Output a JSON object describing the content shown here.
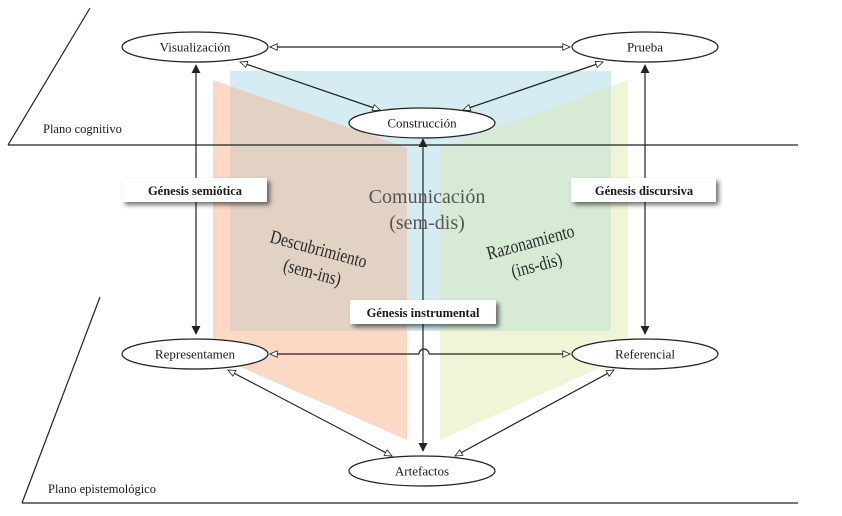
{
  "planes": {
    "cognitive": "Plano cognitivo",
    "epistemological": "Plano epistemológico"
  },
  "nodes": {
    "visualizacion": "Visualización",
    "prueba": "Prueba",
    "construccion": "Construcción",
    "representamen": "Representamen",
    "referencial": "Referencial",
    "artefactos": "Artefactos"
  },
  "genesis": {
    "semiotica": "Génesis semiótica",
    "discursiva": "Génesis discursiva",
    "instrumental": "Génesis instrumental"
  },
  "panels": {
    "descubrimiento": {
      "line1": "Descubrimiento",
      "line2": "(sem-ins)"
    },
    "comunicacion": {
      "line1": "Comunicación",
      "line2": "(sem-dis)"
    },
    "razonamiento": {
      "line1": "Razonamiento",
      "line2": "(ins-dis)"
    }
  },
  "colors": {
    "semiotic_panel": "#fbd9c4",
    "communication_panel": "#d5edf2",
    "discursive_panel": "#eff5d6",
    "overlap_sem_comm": "#e2d2c3",
    "overlap_dis_comm": "#d7ead6",
    "line": "#222222"
  }
}
